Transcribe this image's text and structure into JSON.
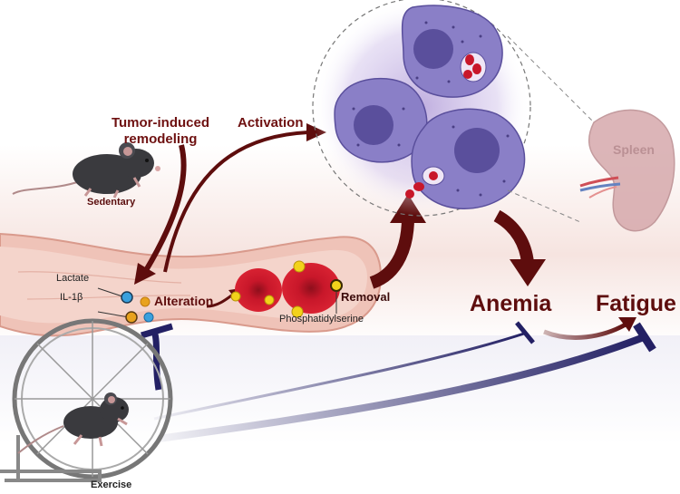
{
  "labels": {
    "tumor_line1": "Tumor-induced",
    "tumor_line2": "remodeling",
    "activation": "Activation",
    "sedentary": "Sedentary",
    "lactate": "Lactate",
    "il1b": "IL-1β",
    "alteration": "Alteration",
    "removal": "Removal",
    "phosphatidylserine": "Phosphatidylserine",
    "spleen": "Spleen",
    "anemia": "Anemia",
    "fatigue": "Fatigue",
    "exercise": "Exercise"
  },
  "colors": {
    "arrow_dark_red": "#5e0d0d",
    "inhibit_navy": "#232064",
    "vessel_wall": "#e9b8ad",
    "rbc_red": "#c8172a",
    "macrophage": "#8a7fc7",
    "nucleus": "#5a4f9c",
    "lactate_dot": "#3aa0dd",
    "il1b_dot": "#e8a21e",
    "ps_marker": "#f2d21b"
  }
}
